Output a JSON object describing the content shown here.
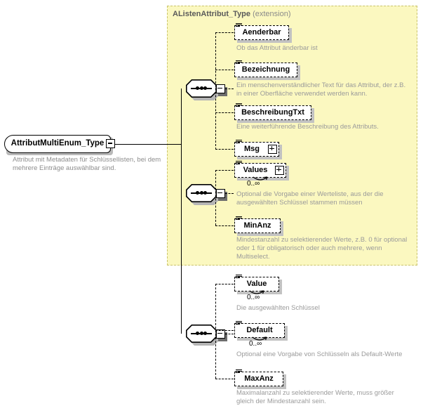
{
  "diagram": {
    "kind": "xsd-schema-diagram",
    "root": {
      "name": "AttributMultiEnum_Type",
      "description": "Attribut mit Metadaten für Schlüssellisten, bei dem mehrere Einträge auswählbar sind.",
      "toggle_icon": "minus-toggle-icon"
    },
    "extension_group": {
      "title": "AListenAttribut_Type",
      "kind": "(extension)",
      "background_color": "#fbf8c0",
      "border_color": "#c9c36a"
    },
    "connectors": [
      {
        "name": "sequence-connector-1",
        "icon": "sequence-icon",
        "toggle_icon": "minus-toggle-icon"
      },
      {
        "name": "sequence-connector-2",
        "icon": "sequence-icon",
        "toggle_icon": "minus-toggle-icon"
      },
      {
        "name": "sequence-connector-3",
        "icon": "sequence-icon",
        "toggle_icon": "minus-toggle-icon"
      }
    ],
    "groups": [
      {
        "id": "group-1",
        "in_extension": true,
        "elements": [
          {
            "name": "Aenderbar",
            "cardinality": "",
            "expandable": false,
            "repeatable": false,
            "description": "Ob das Attribut änderbar ist"
          },
          {
            "name": "Bezeichnung",
            "cardinality": "",
            "expandable": false,
            "repeatable": false,
            "description": "Ein menschenverständlicher Text für das Attribut, der z.B. in einer Oberfläche verwendet werden kann."
          },
          {
            "name": "BeschreibungTxt",
            "cardinality": "",
            "expandable": false,
            "repeatable": false,
            "description": "Eine weiterführende Beschreibung des Attributs."
          },
          {
            "name": "Msg",
            "cardinality": "",
            "expandable": true,
            "repeatable": false,
            "description": ""
          }
        ]
      },
      {
        "id": "group-2",
        "in_extension": true,
        "elements": [
          {
            "name": "Values",
            "cardinality": "0..∞",
            "expandable": true,
            "repeatable": true,
            "description": "Optional die Vorgabe einer Werteliste, aus der die ausgewählten Schlüssel stammen müssen"
          },
          {
            "name": "MinAnz",
            "cardinality": "",
            "expandable": false,
            "repeatable": false,
            "description": "Mindestanzahl zu selektierender Werte, z.B. 0 für optional oder 1 für obligatorisch oder auch mehrere, wenn Multiselect."
          }
        ]
      },
      {
        "id": "group-3",
        "in_extension": false,
        "elements": [
          {
            "name": "Value",
            "cardinality": "0..∞",
            "expandable": false,
            "repeatable": true,
            "description": "Die ausgewählten Schlüssel"
          },
          {
            "name": "Default",
            "cardinality": "0..∞",
            "expandable": false,
            "repeatable": true,
            "description": "Optional eine Vorgabe von Schlüsseln als Default-Werte"
          },
          {
            "name": "MaxAnz",
            "cardinality": "",
            "expandable": false,
            "repeatable": false,
            "description": "Maximalanzahl zu selektierender Werte, muss größer gleich der Mindestanzahl sein."
          }
        ]
      }
    ]
  }
}
